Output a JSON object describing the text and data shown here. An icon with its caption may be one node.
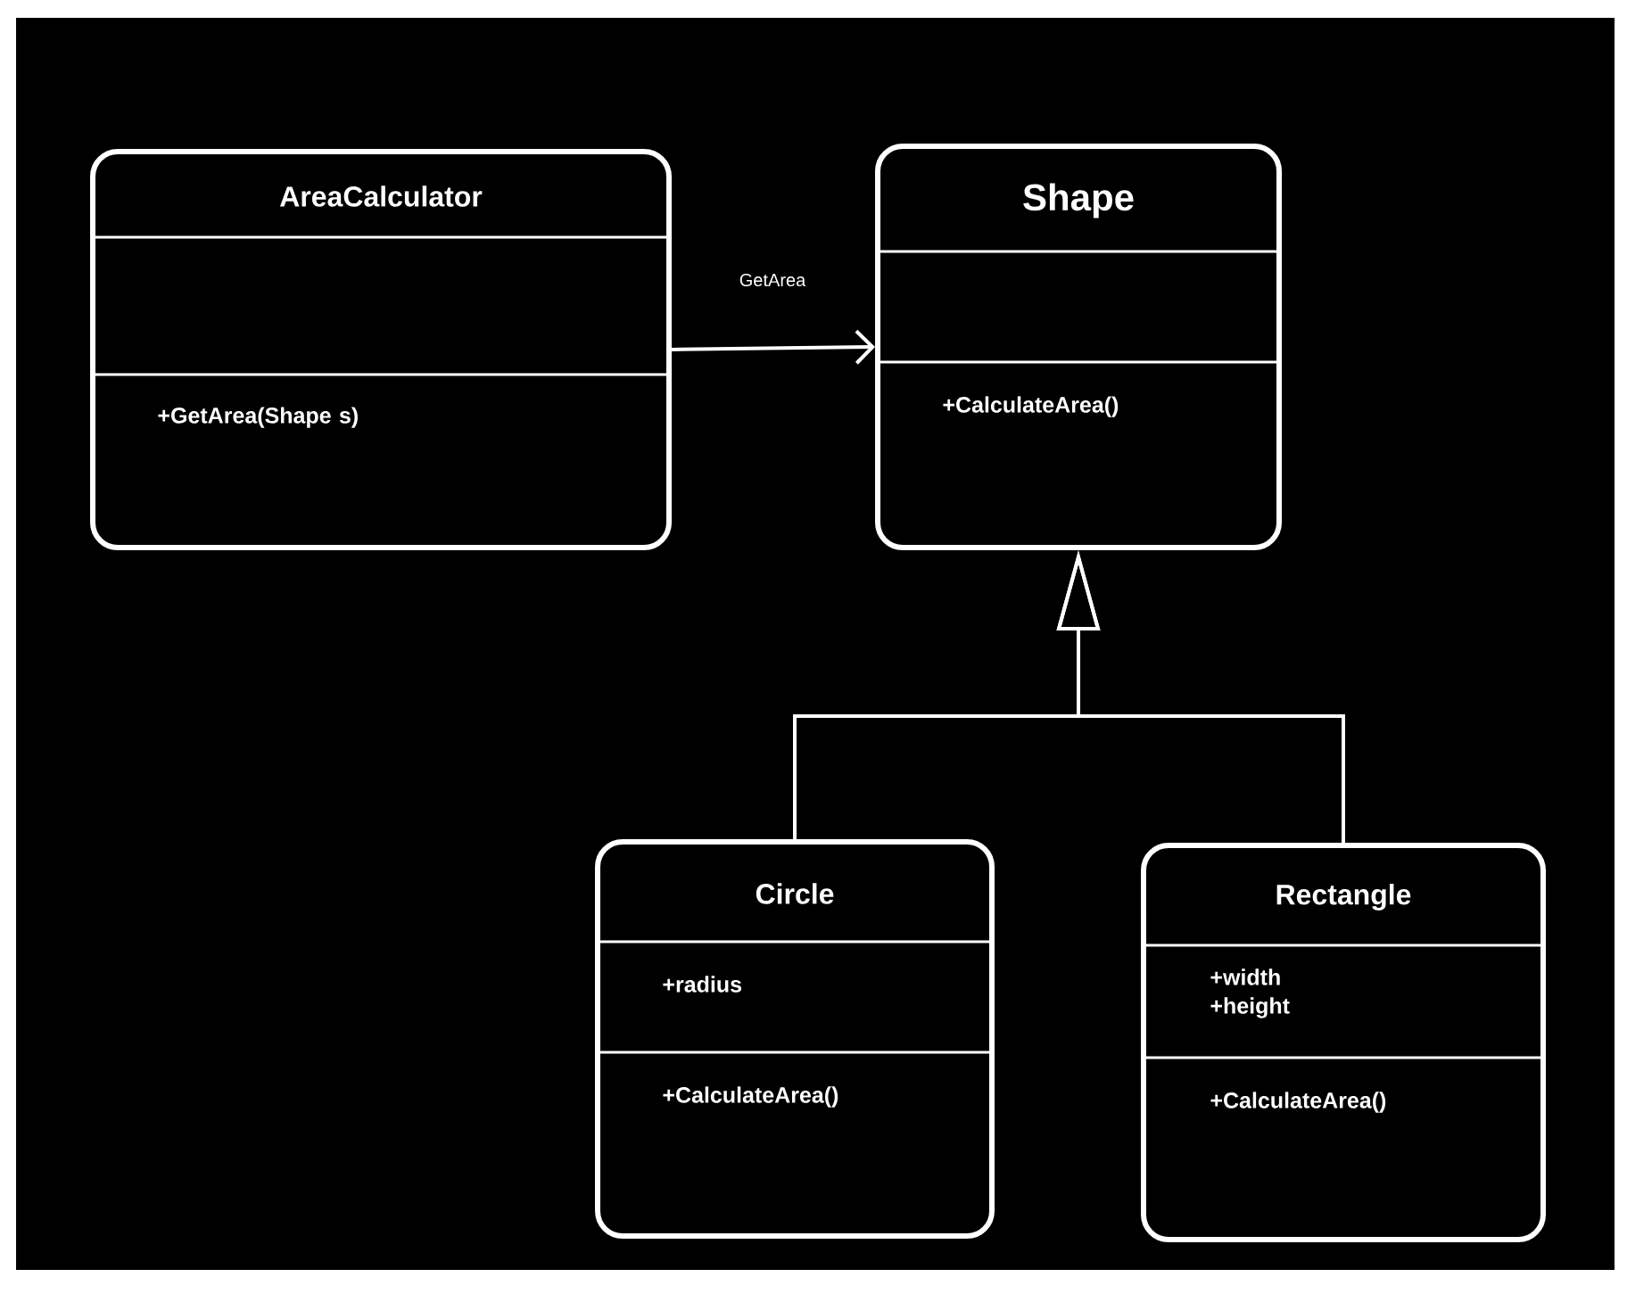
{
  "diagram": {
    "nodes": [
      {
        "text": [
          "AreaCalculator",
          "+GetArea(Shape s)"
        ]
      },
      {
        "text": [
          "Shape",
          "+CalculateArea()"
        ]
      },
      {
        "text": [
          "Circle",
          "+radius",
          "+CalculateArea()"
        ]
      },
      {
        "text": [
          "Rectangle",
          "+width +height",
          "+CalculateArea()"
        ]
      }
    ],
    "edges": [
      {
        "from": 0,
        "to": 1,
        "arrow": "to",
        "label": "GetArea"
      },
      {
        "from": 2,
        "to": 1,
        "arrow": "to"
      },
      {
        "from": 3,
        "to": 1,
        "arrow": "to"
      }
    ]
  }
}
